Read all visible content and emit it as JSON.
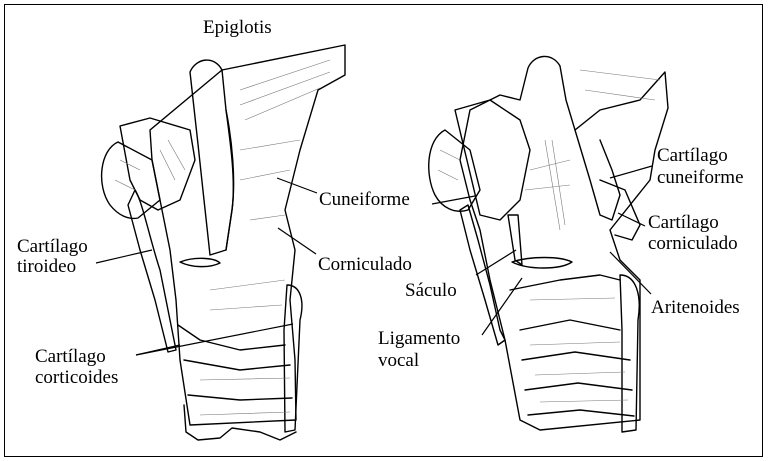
{
  "labels": {
    "epiglotis": "Epiglotis",
    "cuneiforme": "Cuneiforme",
    "corniculado": "Corniculado",
    "cartilago_tiroideo_1": "Cartílago",
    "cartilago_tiroideo_2": "tiroideo",
    "cartilago_corticoides_1": "Cartílago",
    "cartilago_corticoides_2": "corticoides",
    "cartilago_cuneiforme_1": "Cartílago",
    "cartilago_cuneiforme_2": "cuneiforme",
    "cartilago_corniculado_1": "Cartílago",
    "cartilago_corniculado_2": "corniculado",
    "saculo": "Sáculo",
    "aritenoides": "Aritenoides",
    "ligamento_vocal_1": "Ligamento",
    "ligamento_vocal_2": "vocal"
  }
}
